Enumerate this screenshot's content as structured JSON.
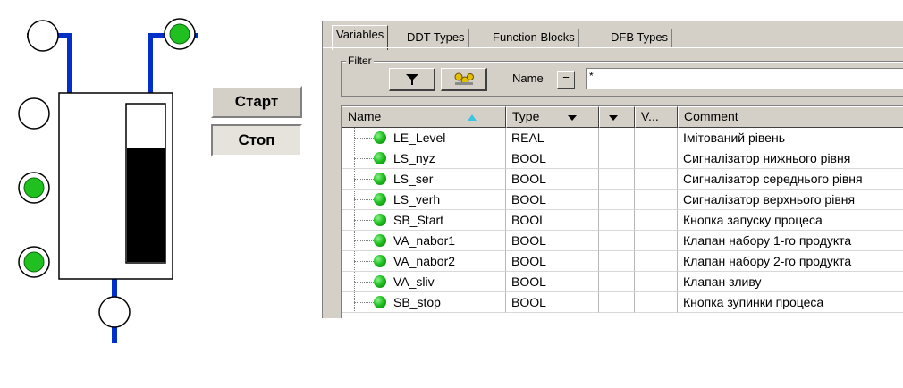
{
  "buttons": {
    "start": "Старт",
    "stop": "Стоп"
  },
  "colors": {
    "pipe": "#0030c8",
    "indicator_on": "#20c020",
    "indicator_off": "#ffffff",
    "tank_level": "#000000",
    "panel_bg": "#d4d0c8"
  },
  "tank": {
    "level_fraction": 0.72
  },
  "tabs": [
    {
      "label": "Variables",
      "active": true
    },
    {
      "label": "DDT Types",
      "active": false
    },
    {
      "label": "Function Blocks",
      "active": false
    },
    {
      "label": "DFB Types",
      "active": false
    }
  ],
  "filter": {
    "title": "Filter",
    "funnel_icon": "funnel-icon",
    "settings_icon": "filter-settings-icon",
    "name_label": "Name",
    "eq_label": "=",
    "name_value": "*"
  },
  "table": {
    "columns": [
      {
        "label": "Name",
        "sort": "sort-ascending-icon"
      },
      {
        "label": "Type",
        "sort": "dropdown-icon"
      },
      {
        "label": "",
        "sort": "dropdown-icon"
      },
      {
        "label": "V...",
        "sort": ""
      },
      {
        "label": "Comment",
        "sort": ""
      }
    ],
    "rows": [
      {
        "name": "LE_Level",
        "type": "REAL",
        "comment": "Імітований рівень"
      },
      {
        "name": "LS_nyz",
        "type": "BOOL",
        "comment": "Сигналізатор нижнього рівня"
      },
      {
        "name": "LS_ser",
        "type": "BOOL",
        "comment": "Сигналізатор середнього рівня"
      },
      {
        "name": "LS_verh",
        "type": "BOOL",
        "comment": "Сигналізатор верхнього рівня"
      },
      {
        "name": "SB_Start",
        "type": "BOOL",
        "comment": "Кнопка запуску процеса"
      },
      {
        "name": "VA_nabor1",
        "type": "BOOL",
        "comment": "Клапан набору 1-го продукта"
      },
      {
        "name": "VA_nabor2",
        "type": "BOOL",
        "comment": "Клапан набору 2-го продукта"
      },
      {
        "name": "VA_sliv",
        "type": "BOOL",
        "comment": "Клапан зливу"
      },
      {
        "name": "SB_stop",
        "type": "BOOL",
        "comment": "Кнопка зупинки процеса"
      }
    ]
  }
}
